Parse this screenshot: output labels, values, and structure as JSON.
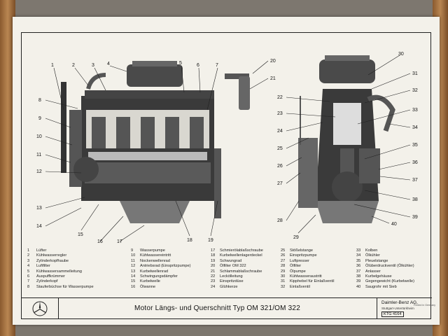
{
  "poster": {
    "title": "Motor Längs- und Querschnitt Typ OM 321/OM 322",
    "maker_name": "Daimler-Benz AG.",
    "maker_location": "Stuttgart-Untertürkheim",
    "code": "KTG 4164",
    "printed_note": "Printed in Germany",
    "logo": "mercedes-star-icon"
  },
  "callouts": [
    "1",
    "2",
    "3",
    "4",
    "5",
    "6",
    "7",
    "8",
    "9",
    "10",
    "11",
    "12",
    "13",
    "14",
    "15",
    "16",
    "17",
    "18",
    "19",
    "20",
    "21",
    "22",
    "23",
    "24",
    "25",
    "26",
    "27",
    "28",
    "29",
    "30",
    "31",
    "32",
    "33",
    "34",
    "35",
    "36",
    "37",
    "38",
    "39",
    "40"
  ],
  "legend": [
    [
      {
        "num": "1",
        "label": "Lüfter"
      },
      {
        "num": "2",
        "label": "Kühlwasserregler"
      },
      {
        "num": "3",
        "label": "Zylinderkopfhaube"
      },
      {
        "num": "4",
        "label": "Luftfilter"
      },
      {
        "num": "5",
        "label": "Kühlwassersammelleitung"
      },
      {
        "num": "6",
        "label": "Auspuffkrümmer"
      },
      {
        "num": "7",
        "label": "Zylinderkopf"
      },
      {
        "num": "8",
        "label": "Stauferbüchse für Wasserpumpe"
      }
    ],
    [
      {
        "num": "9",
        "label": "Wasserpumpe"
      },
      {
        "num": "10",
        "label": "Kühlwassereintritt"
      },
      {
        "num": "11",
        "label": "Nockenwellenrad"
      },
      {
        "num": "12",
        "label": "Antriebsrad (Einspritzpumpe)"
      },
      {
        "num": "13",
        "label": "Kurbelwellenrad"
      },
      {
        "num": "14",
        "label": "Schwingungsdämpfer"
      },
      {
        "num": "15",
        "label": "Kurbelwelle"
      },
      {
        "num": "16",
        "label": "Ölwanne"
      }
    ],
    [
      {
        "num": "17",
        "label": "Schmierölablaßschraube"
      },
      {
        "num": "18",
        "label": "Kurbelwellenlagerdeckel"
      },
      {
        "num": "19",
        "label": "Schwungrad"
      },
      {
        "num": "20",
        "label": "Ölfilter OM 322"
      },
      {
        "num": "21",
        "label": "Schlammablaßschraube"
      },
      {
        "num": "22",
        "label": "Leckölleitung"
      },
      {
        "num": "23",
        "label": "Einspritzdüse"
      },
      {
        "num": "24",
        "label": "Glühkerze"
      }
    ],
    [
      {
        "num": "25",
        "label": "Stößelstange"
      },
      {
        "num": "26",
        "label": "Einspritzpumpe"
      },
      {
        "num": "27",
        "label": "Luftpresser"
      },
      {
        "num": "28",
        "label": "Ölfilter"
      },
      {
        "num": "29",
        "label": "Ölpumpe"
      },
      {
        "num": "30",
        "label": "Kühlwasseraustritt"
      },
      {
        "num": "31",
        "label": "Kipphebel für Einlaßventil"
      },
      {
        "num": "32",
        "label": "Einlaßventil"
      }
    ],
    [
      {
        "num": "33",
        "label": "Kolben"
      },
      {
        "num": "34",
        "label": "Ölkühler"
      },
      {
        "num": "35",
        "label": "Pleuelstange"
      },
      {
        "num": "36",
        "label": "Ölüberdruckventil (Ölkühler)"
      },
      {
        "num": "37",
        "label": "Anlasser"
      },
      {
        "num": "38",
        "label": "Kurbelgehäuse"
      },
      {
        "num": "39",
        "label": "Gegengewicht (Kurbelwelle)"
      },
      {
        "num": "40",
        "label": "Saugrohr mit Sieb"
      }
    ]
  ]
}
